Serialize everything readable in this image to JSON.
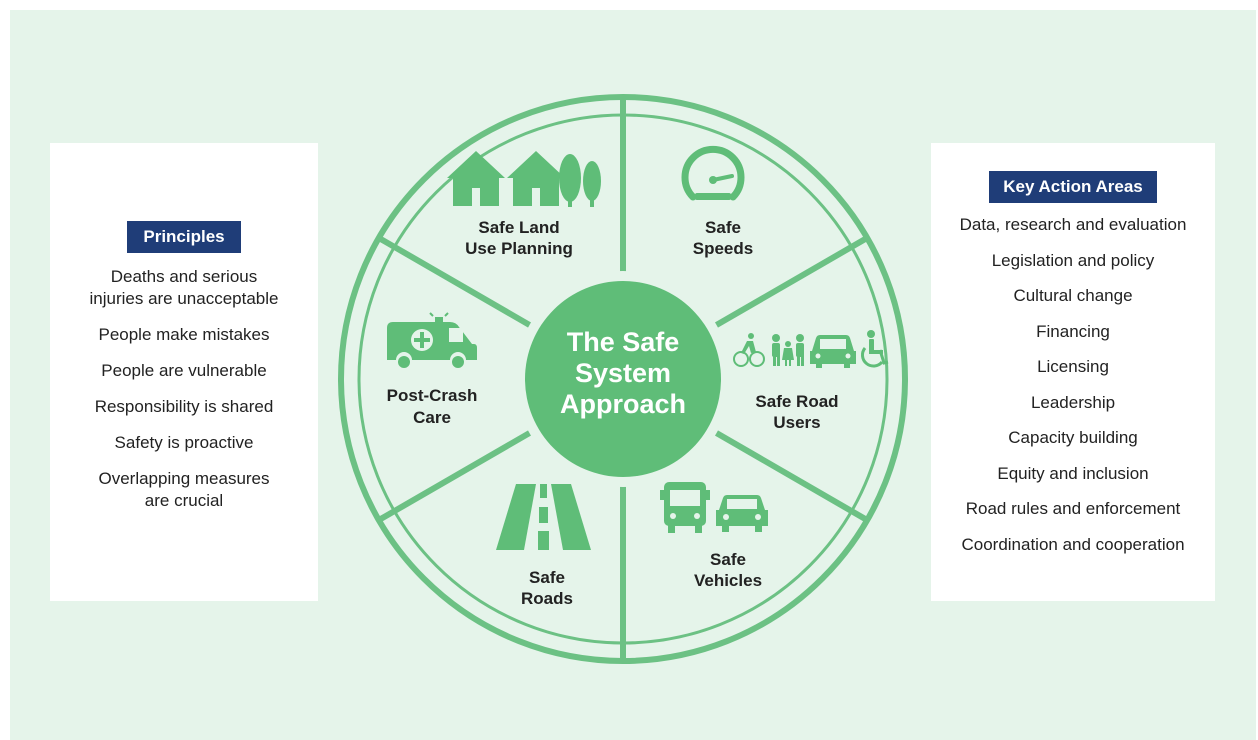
{
  "colors": {
    "background": "#e5f4ea",
    "ring": "#6cc184",
    "segment_fill": "#e5f4ea",
    "center_fill": "#5fbd78",
    "badge": "#1f3d78",
    "text": "#222222"
  },
  "principles": {
    "title": "Principles",
    "items": [
      "Deaths and serious",
      "injuries are unacceptable",
      "People make mistakes",
      "People are vulnerable",
      "Responsibility is shared",
      "Safety is proactive",
      "Overlapping measures",
      "are crucial"
    ]
  },
  "center": {
    "line1": "The Safe",
    "line2": "System",
    "line3": "Approach"
  },
  "segments": {
    "land_use": {
      "line1": "Safe Land",
      "line2": "Use Planning",
      "icon": "houses-trees-icon"
    },
    "speeds": {
      "line1": "Safe",
      "line2": "Speeds",
      "icon": "speedometer-icon"
    },
    "road_users": {
      "line1": "Safe Road",
      "line2": "Users",
      "icon": "road-users-icon"
    },
    "vehicles": {
      "line1": "Safe",
      "line2": "Vehicles",
      "icon": "bus-car-icon"
    },
    "roads": {
      "line1": "Safe",
      "line2": "Roads",
      "icon": "road-icon"
    },
    "post_crash": {
      "line1": "Post-Crash",
      "line2": "Care",
      "icon": "ambulance-icon"
    }
  },
  "key_action_areas": {
    "title": "Key Action Areas",
    "items": [
      "Data, research and evaluation",
      "Legislation and policy",
      "Cultural change",
      "Financing",
      "Licensing",
      "Leadership",
      "Capacity building",
      "Equity and inclusion",
      "Road rules and enforcement",
      "Coordination and cooperation"
    ]
  }
}
